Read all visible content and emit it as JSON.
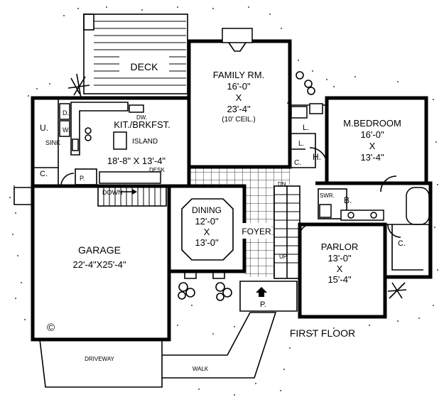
{
  "plan": {
    "floor_label": "FIRST FLOOR",
    "copyright": "©",
    "rooms": {
      "deck": {
        "name": "DECK"
      },
      "family": {
        "name": "FAMILY RM.",
        "dim1": "16'-0\"",
        "x": "X",
        "dim2": "23'-4\"",
        "note": "(10' CEIL.)"
      },
      "kitchen": {
        "name": "KIT./BRKFST.",
        "dims": "18'-8\" X 13'-4\"",
        "island": "ISLAND",
        "desk": "DESK",
        "sink": "SINK",
        "dw": "DW.",
        "d": "D.",
        "w": "W.",
        "u": "U.",
        "c": "C.",
        "p": "P."
      },
      "master": {
        "name": "M.BEDROOM",
        "dim1": "16'-0\"",
        "x": "X",
        "dim2": "13'-4\"",
        "l1": "L.",
        "l2": "L.",
        "h": "H.",
        "c": "C."
      },
      "bath": {
        "b": "B.",
        "swr": "SWR.",
        "c": "C."
      },
      "dining": {
        "name": "DINING",
        "dim1": "12'-0\"",
        "x": "X",
        "dim2": "13'-0\""
      },
      "garage": {
        "name": "GARAGE",
        "dims": "22'-4\"X25'-4\""
      },
      "foyer": {
        "name": "FOYER",
        "dn": "DN.",
        "up": "UP"
      },
      "parlor": {
        "name": "PARLOR",
        "dim1": "13'-0\"",
        "x": "X",
        "dim2": "15'-4\""
      },
      "porch": {
        "p": "P."
      },
      "stairs": {
        "down": "DOWN"
      },
      "driveway": {
        "name": "DRIVEWAY"
      },
      "walk": {
        "name": "WALK"
      }
    }
  }
}
